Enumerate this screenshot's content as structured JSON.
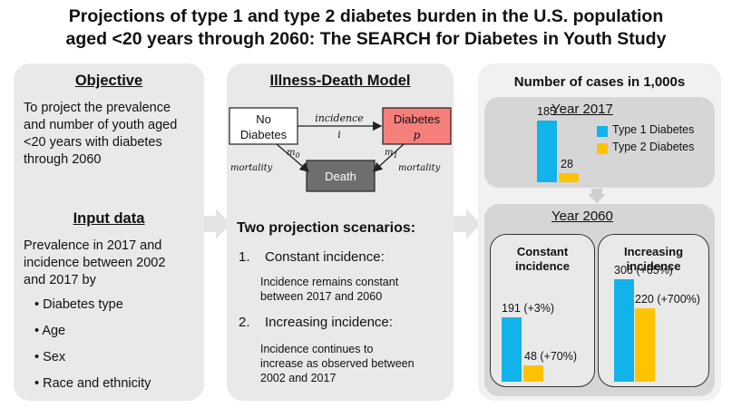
{
  "title": {
    "line1": "Projections of type 1 and type 2 diabetes burden in the U.S. population",
    "line2": "aged <20 years through 2060: The SEARCH for Diabetes in Youth Study"
  },
  "left_panel": {
    "objective_header": "Objective",
    "objective_text_lines": [
      "To project the prevalence",
      "and number of youth aged",
      "<20 years with diabetes",
      "through 2060"
    ],
    "input_header": "Input data",
    "input_text_lines": [
      "Prevalence in 2017 and",
      "incidence between 2002",
      "and 2017 by"
    ],
    "bullets": [
      "Diabetes type",
      "Age",
      "Sex",
      "Race and ethnicity"
    ]
  },
  "middle_panel": {
    "header": "Illness-Death Model",
    "diagram": {
      "no_diabetes_label_lines": [
        "No",
        "Diabetes"
      ],
      "diabetes_label": "Diabetes",
      "diabetes_symbol": "p",
      "incidence_label": "incidence",
      "incidence_symbol": "i",
      "m0_label": "m",
      "m0_sub": "0",
      "m1_label": "m",
      "m1_sub": "1",
      "mortality_left": "mortality",
      "mortality_right": "mortality",
      "death_label": "Death"
    },
    "scenarios_header": "Two projection scenarios:",
    "scenario1_number": "1.",
    "scenario1_title": "Constant incidence:",
    "scenario1_desc_lines": [
      "Incidence remains constant",
      "between 2017 and 2060"
    ],
    "scenario2_number": "2.",
    "scenario2_title": "Increasing incidence:",
    "scenario2_desc_lines": [
      "Incidence continues to",
      "increase as observed between",
      "2002 and 2017"
    ]
  },
  "right_panel": {
    "header": "Number of cases in 1,000s",
    "year2017_label": "Year 2017",
    "legend": [
      "Type 1 Diabetes",
      "Type 2 Diabetes"
    ],
    "year2060_label": "Year 2060",
    "constant_title_lines": [
      "Constant",
      "incidence"
    ],
    "increasing_title_lines": [
      "Increasing",
      "incidence"
    ]
  },
  "colors": {
    "type1": "#12b3ea",
    "type2": "#ffc300",
    "diabetes_box": "#f47f7b",
    "death_box": "#6e6e6e",
    "panel": "#e9e9e9",
    "arrow": "#e4e4e4"
  },
  "chart_data": [
    {
      "type": "bar",
      "title": "Year 2017",
      "categories": [
        "Type 1 Diabetes",
        "Type 2 Diabetes"
      ],
      "values": [
        185,
        28
      ],
      "labels": [
        "185",
        "28"
      ]
    },
    {
      "type": "bar",
      "title": "Constant incidence",
      "categories": [
        "Type 1 Diabetes",
        "Type 2 Diabetes"
      ],
      "values": [
        191,
        48
      ],
      "labels": [
        "191 (+3%)",
        "48 (+70%)"
      ]
    },
    {
      "type": "bar",
      "title": "Increasing incidence",
      "categories": [
        "Type 1 Diabetes",
        "Type 2 Diabetes"
      ],
      "values": [
        306,
        220
      ],
      "labels": [
        "306 (+65%)",
        "220 (+700%)"
      ]
    }
  ]
}
